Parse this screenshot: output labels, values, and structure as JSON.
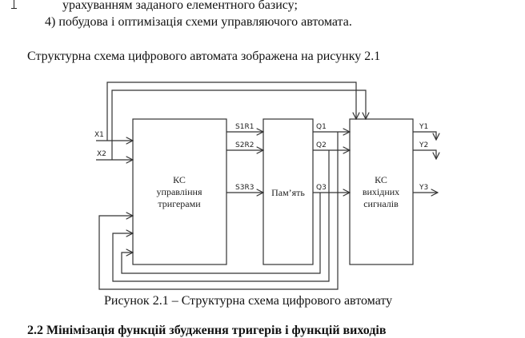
{
  "document": {
    "lines": [
      "урахуванням заданого елементного базису;",
      "4) побудова і оптимізація схеми управляючого автомата.",
      "Структурна схема цифрового автомата зображена на рисунку 2.1"
    ],
    "figure": {
      "inputs": [
        "X1",
        "X2"
      ],
      "block_control": [
        "КС",
        "управління",
        "тригерами"
      ],
      "block_memory": "Пам’ять",
      "block_output": [
        "КС",
        "вихідних",
        "сигналів"
      ],
      "control_signals": [
        "S1R1",
        "S2R2",
        "S3R3"
      ],
      "states": [
        "Q1",
        "Q2",
        "Q3"
      ],
      "outputs": [
        "Y1",
        "Y2",
        "Y3"
      ],
      "caption": "Рисунок 2.1 – Структурна схема цифрового автомату"
    },
    "next_heading": "2.2 Мінімізація функцій збудження тригерів і функцій виходів"
  }
}
